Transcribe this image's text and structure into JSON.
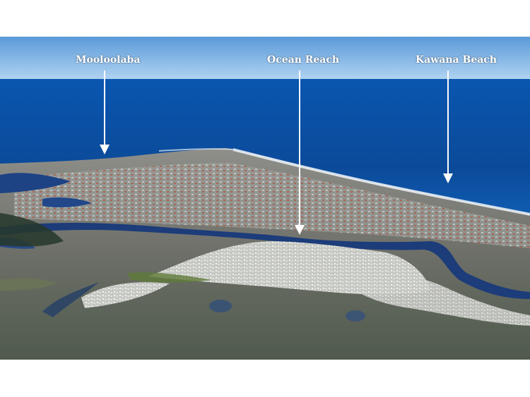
{
  "labels": [
    {
      "text": "Mooloolaba"
    },
    {
      "text": "Ocean Reach"
    },
    {
      "text": "Kawana Beach"
    }
  ],
  "colors": {
    "sky": "#4d8ed0",
    "horizon": "#9cc3ea",
    "ocean_deep": "#0b4c9e",
    "ocean_near": "#1666bd",
    "land_urban": "#7b7d7d",
    "bush_dark": "#1d2d22",
    "river": "#1e3c78",
    "arrow": "#ffffff"
  }
}
